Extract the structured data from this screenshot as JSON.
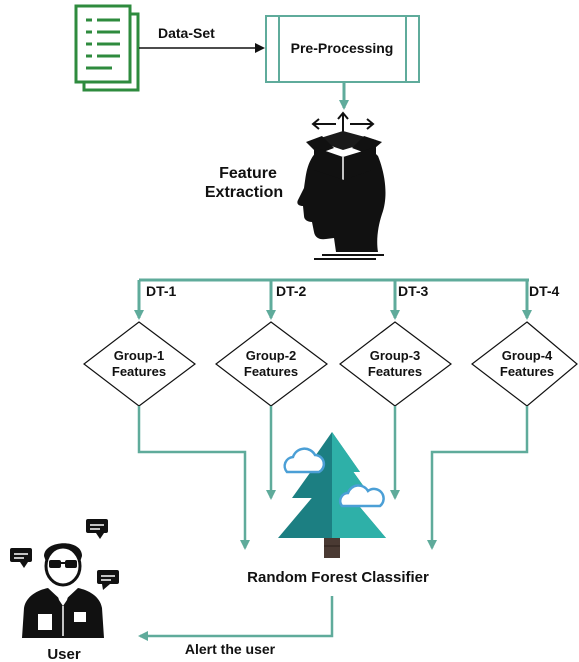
{
  "colors": {
    "teal": "#5fab9b",
    "green": "#2e8b3e",
    "tree_dark": "#1c7f82",
    "tree_light": "#2eb0a8",
    "cloud": "#4b9fd6",
    "trunk": "#4a3a33",
    "black": "#111111"
  },
  "icons": {
    "document": "document-icon",
    "head": "head-box-icon",
    "tree": "tree-cloud-icon",
    "user": "user-chat-icon"
  },
  "dataset_label": "Data-Set",
  "preprocessing": {
    "label": "Pre-Processing"
  },
  "feature_extraction": {
    "line1": "Feature",
    "line2": "Extraction"
  },
  "branches": [
    {
      "dt_label": "DT-1",
      "group_line1": "Group-1",
      "group_line2": "Features"
    },
    {
      "dt_label": "DT-2",
      "group_line1": "Group-2",
      "group_line2": "Features"
    },
    {
      "dt_label": "DT-3",
      "group_line1": "Group-3",
      "group_line2": "Features"
    },
    {
      "dt_label": "DT-4",
      "group_line1": "Group-4",
      "group_line2": "Features"
    }
  ],
  "classifier_label": "Random Forest Classifier",
  "alert_label": "Alert the user",
  "user_label": "User"
}
